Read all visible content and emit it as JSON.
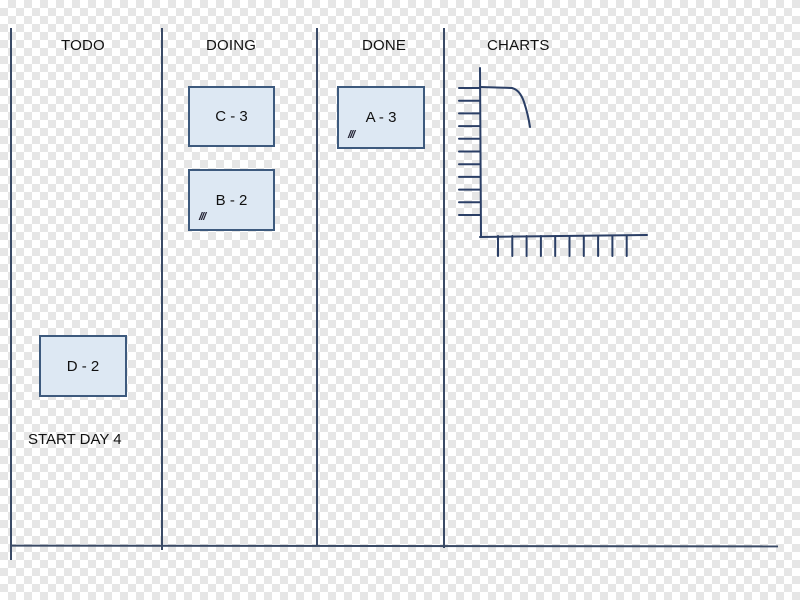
{
  "board": {
    "columns": [
      {
        "label": "TODO"
      },
      {
        "label": "DOING"
      },
      {
        "label": "DONE"
      },
      {
        "label": "CHARTS"
      }
    ],
    "cards": {
      "doing_1": {
        "label": "C - 3",
        "marked": false
      },
      "doing_2": {
        "label": "B - 2",
        "marked": true,
        "mark": "///"
      },
      "done_1": {
        "label": "A - 3",
        "marked": true,
        "mark": "///"
      },
      "todo_1": {
        "label": "D - 2",
        "marked": false
      }
    },
    "note": "START DAY 4"
  },
  "colors": {
    "line": "#3a4a66",
    "card_fill": "#dde8f3",
    "card_border": "#3d5a7e",
    "chart_stroke": "#2b3f66"
  },
  "chart": {
    "y_ticks": 11,
    "x_ticks": 10
  }
}
